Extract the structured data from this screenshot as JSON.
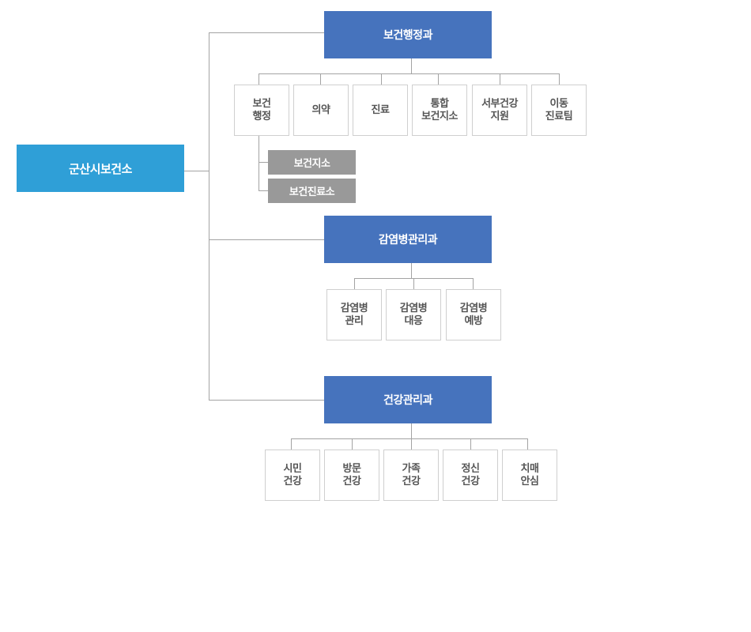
{
  "root": {
    "label": "군산시보건소"
  },
  "departments": [
    {
      "label": "보건행정과",
      "teams": [
        "보건\n행정",
        "의약",
        "진료",
        "통합\n보건지소",
        "서부건강\n지원",
        "이동\n진료팀"
      ],
      "branches": [
        "보건지소",
        "보건진료소"
      ]
    },
    {
      "label": "감염병관리과",
      "teams": [
        "감염병\n관리",
        "감염병\n대응",
        "감염병\n예방"
      ]
    },
    {
      "label": "건강관리과",
      "teams": [
        "시민\n건강",
        "방문\n건강",
        "가족\n건강",
        "정신\n건강",
        "치매\n안심"
      ]
    }
  ],
  "colors": {
    "root": "#2f9fd7",
    "department": "#4673bd",
    "branch": "#999999",
    "team_border": "#cfcfcf",
    "line": "#a3a3a3"
  }
}
